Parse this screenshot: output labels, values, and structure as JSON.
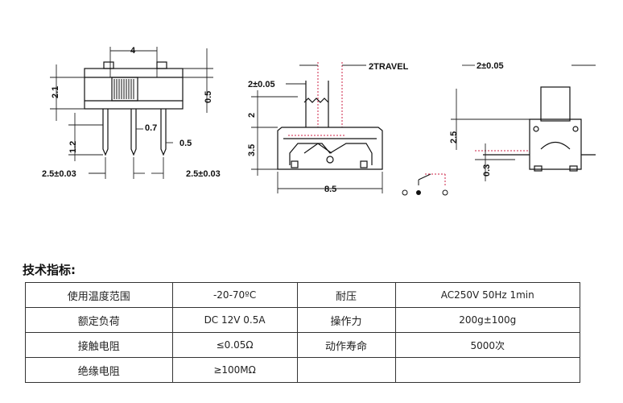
{
  "drawing": {
    "front": {
      "width_top": "4",
      "height_left": "2.1",
      "height_right": "0.5",
      "pin_gap": "0.7",
      "pin_width": "0.5",
      "pin_len": "1.2",
      "pitch_left": "2.5±0.03",
      "pitch_right": "2.5±0.03"
    },
    "side": {
      "knob_width": "2±0.05",
      "travel": "2TRAVEL",
      "knob_height": "2",
      "body_height": "3.5",
      "length": "8.5"
    },
    "end": {
      "knob_width": "2±0.05",
      "knob_height": "2.5",
      "offset": "0.3"
    }
  },
  "specs": {
    "heading": "技术指标:",
    "rows": [
      {
        "label1": "使用温度范围",
        "value1": "-20-70ºC",
        "label2": "耐压",
        "value2": "AC250V 50Hz 1min"
      },
      {
        "label1": "额定负荷",
        "value1": "DC 12V 0.5A",
        "label2": "操作力",
        "value2": "200g±100g"
      },
      {
        "label1": "接触电阻",
        "value1": "≤0.05Ω",
        "label2": "动作寿命",
        "value2": "5000次"
      },
      {
        "label1": "绝缘电阻",
        "value1": "≥100MΩ",
        "label2": "",
        "value2": ""
      }
    ]
  }
}
